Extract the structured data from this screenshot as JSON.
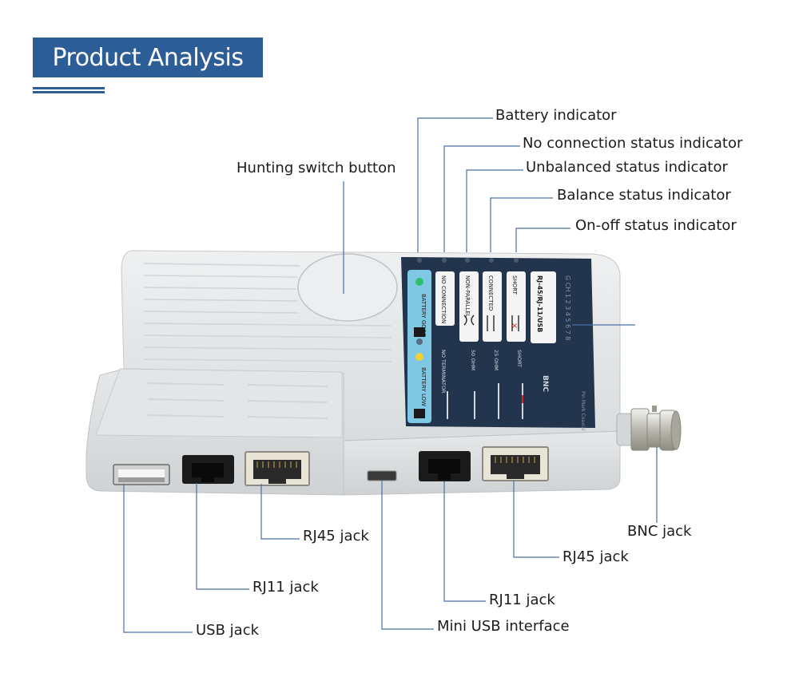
{
  "header": {
    "title": "Product Analysis"
  },
  "labels": {
    "battery_indicator": "Battery indicator",
    "no_connection": "No connection status indicator",
    "unbalanced": "Unbalanced status indicator",
    "balance": "Balance status indicator",
    "on_off": "On-off status indicator",
    "hunting_switch": "Hunting switch button",
    "bnc_jack": "BNC jack",
    "rj45_jack_right": "RJ45 jack",
    "rj11_jack_right": "RJ11 jack",
    "mini_usb": "Mini USB interface",
    "rj45_jack_left": "RJ45 jack",
    "rj11_jack_left": "RJ11 jack",
    "usb_jack": "USB jack"
  },
  "panel": {
    "battery_good": "BATTERY GOOD",
    "battery_low": "BATTERY LOW",
    "no_connection": "NO CONNECTION",
    "non_parallel": "NON-PARALLEL",
    "connected": "CONNECTED",
    "short": "SHORT",
    "model": "RJ-45/RJ-11/USB",
    "no_terminator": "NO TERMINATOR",
    "ohm50": "50 OHM",
    "ohm25": "25 OHM",
    "short2": "SHORT",
    "bnc": "BNC",
    "pin_numbers": "G CH 1 2 3 4 5 6 7 8",
    "pin_mark": "Pin Mark Coaxial"
  },
  "colors": {
    "accent": "#2d5d97",
    "leader_line": "#4a6fa5",
    "panel_dark": "#23344d",
    "battery_strip": "#7ec8e3"
  }
}
